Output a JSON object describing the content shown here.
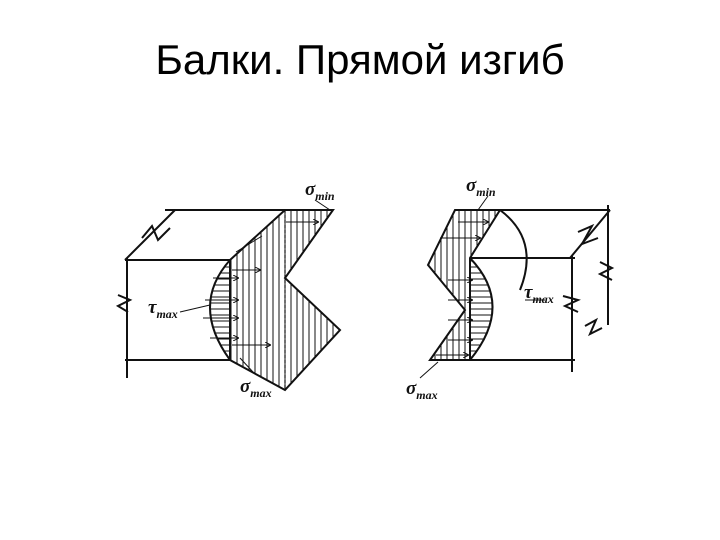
{
  "slide": {
    "title": "Балки. Прямой изгиб"
  },
  "diagrams": {
    "left": {
      "sigma_min": {
        "symbol": "σ",
        "subscript": "min"
      },
      "tau_max": {
        "symbol": "τ",
        "subscript": "max"
      },
      "sigma_max": {
        "symbol": "σ",
        "subscript": "max"
      }
    },
    "right": {
      "sigma_min": {
        "symbol": "σ",
        "subscript": "min"
      },
      "tau_max": {
        "symbol": "τ",
        "subscript": "max"
      },
      "sigma_max": {
        "symbol": "σ",
        "subscript": "max"
      }
    }
  },
  "colors": {
    "ink": "#111111",
    "background": "#ffffff"
  }
}
